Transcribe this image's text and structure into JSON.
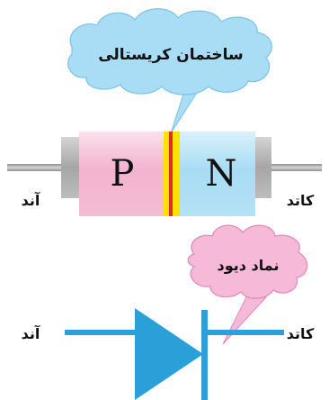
{
  "crystal_callout": {
    "text": "ساختمان کریستالی",
    "fill": "#a9dcf5"
  },
  "diode_body": {
    "p_label": "P",
    "n_label": "N",
    "p_color": "#f3b3cf",
    "n_color": "#a8dcf3",
    "junction_colors": [
      "#ffe100",
      "#e12a2a"
    ]
  },
  "top_labels": {
    "anode": "آند",
    "cathode": "کاتد"
  },
  "symbol_callout": {
    "text": "نماد دیود",
    "fill": "#f6b9d8"
  },
  "symbol": {
    "color": "#2b9fd8"
  },
  "bottom_labels": {
    "anode": "آند",
    "cathode": "کاتد"
  }
}
